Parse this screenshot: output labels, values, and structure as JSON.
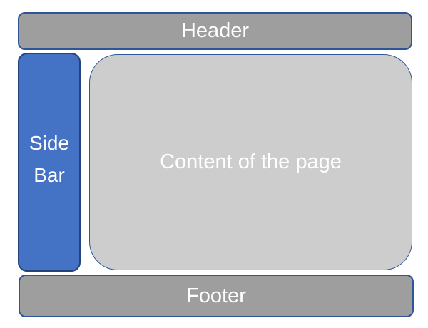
{
  "diagram": {
    "header": {
      "label": "Header"
    },
    "sidebar": {
      "lines": [
        "Side",
        "Bar"
      ]
    },
    "content": {
      "label": "Content of the page"
    },
    "footer": {
      "label": "Footer"
    }
  },
  "colors": {
    "bar_fill": "#9e9e9e",
    "content_fill": "#cdcdcd",
    "sidebar_fill": "#4472c4",
    "border_blue": "#2f5597",
    "sidebar_border": "#24427c",
    "text_white": "#ffffff",
    "canvas_bg": "#ffffff"
  }
}
